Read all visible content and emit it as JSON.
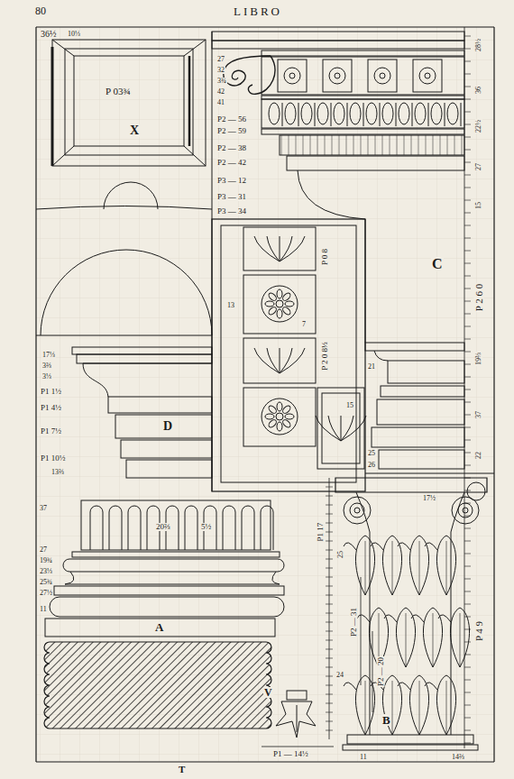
{
  "diagram": {
    "labels": [
      "80",
      "LIBRO",
      "36½",
      "10⅓",
      "P 03¾",
      "X",
      "27",
      "32",
      "3¾",
      "42",
      "41",
      "P2 — 56",
      "P2 — 59",
      "P2 — 38",
      "P2 — 42",
      "P3 — 12",
      "P3 — 31",
      "P3 — 34",
      "28½",
      "36",
      "22½",
      "27",
      "15",
      "C",
      "P 2 6 0",
      "P 0 8",
      "P 2 0 8½",
      "13",
      "7",
      "21",
      "15",
      "25",
      "26",
      "19⅔",
      "37",
      "22",
      "17⅓",
      "3⅔",
      "3⅓",
      "P1 1½",
      "P1 4½",
      "P1 7½",
      "P1 10½",
      "D",
      "13⅔",
      "37",
      "27",
      "19¾",
      "23⅓",
      "25¾",
      "27½",
      "11",
      "20⅔",
      "5½",
      "A",
      "P1 17",
      "P2 — 31",
      "P2 — 20",
      "P1 — 14½",
      "V",
      "25",
      "24",
      "B",
      "P 4 9",
      "17½",
      "T",
      "11",
      "14⅔"
    ]
  }
}
